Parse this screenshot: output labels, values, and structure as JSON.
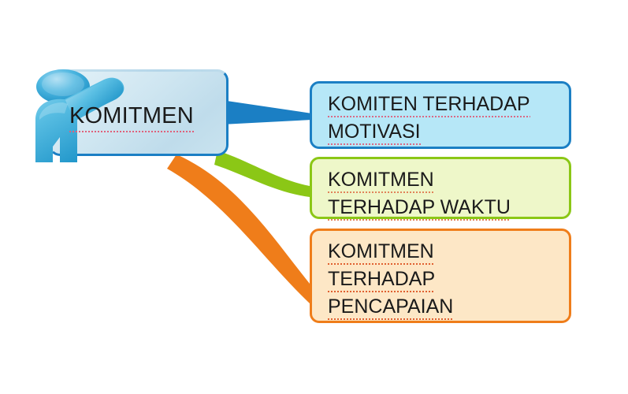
{
  "diagram": {
    "type": "mind-map",
    "background": "#ffffff",
    "central": {
      "label": "KOMITMEN",
      "spellcheck_underline": true,
      "fill_color": "#cfe6f1",
      "border_color": "#1b7fc4",
      "icon": "person-icon"
    },
    "branches": [
      {
        "id": "node-0",
        "lines": [
          "KOMITEN TERHADAP",
          "MOTIVASI"
        ],
        "spell_flagged": [
          "KOMITEN TERHADAP",
          "MOTIVASI"
        ],
        "fill_color": "#b6e7f7",
        "border_color": "#1b7fc4",
        "connector_color": "#1b7fc4"
      },
      {
        "id": "node-1",
        "lines": [
          "KOMITMEN",
          "TERHADAP WAKTU"
        ],
        "spell_flagged": [
          "KOMITMEN",
          "TERHADAP",
          "WAKTU"
        ],
        "fill_color": "#eef7c9",
        "border_color": "#8bc716",
        "connector_color": "#8bc716"
      },
      {
        "id": "node-2",
        "lines": [
          "KOMITMEN",
          "TERHADAP",
          "PENCAPAIAN"
        ],
        "spell_flagged": [
          "KOMITMEN",
          "TERHADAP",
          "PENCAPAIAN"
        ],
        "fill_color": "#fde7c6",
        "border_color": "#ef7d1a",
        "connector_color": "#ef7d1a"
      }
    ]
  }
}
